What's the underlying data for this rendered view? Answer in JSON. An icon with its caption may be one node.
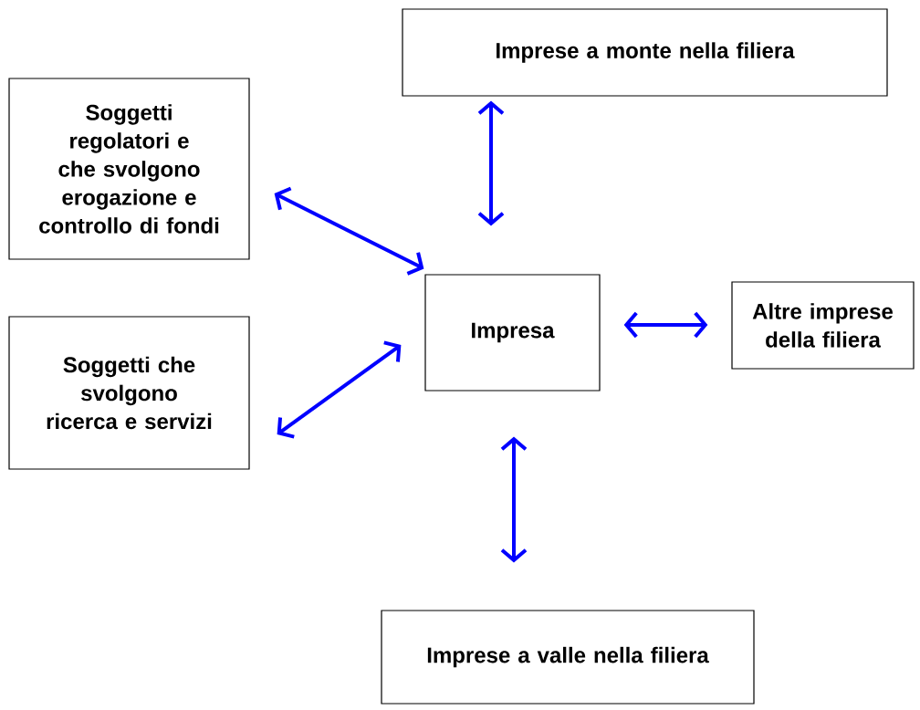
{
  "diagram": {
    "nodes": [
      {
        "text": [
          "Impresa"
        ]
      },
      {
        "text": [
          "Imprese a monte nella filiera"
        ]
      },
      {
        "text": [
          "Soggetti regolatori e che svolgono erogazione e controllo di fondi"
        ]
      },
      {
        "text": [
          "Altre imprese della filiera"
        ]
      },
      {
        "text": [
          "Soggetti che svolgono ricerca e servizi"
        ]
      },
      {
        "text": [
          "Imprese a valle nella filiera"
        ]
      }
    ],
    "edges": [
      {
        "from": 0,
        "to": 1,
        "arrow": "both"
      },
      {
        "from": 0,
        "to": 2,
        "arrow": "both"
      },
      {
        "from": 0,
        "to": 3,
        "arrow": "both"
      },
      {
        "from": 0,
        "to": 4,
        "arrow": "both"
      },
      {
        "from": 0,
        "to": 5,
        "arrow": "both"
      }
    ]
  }
}
